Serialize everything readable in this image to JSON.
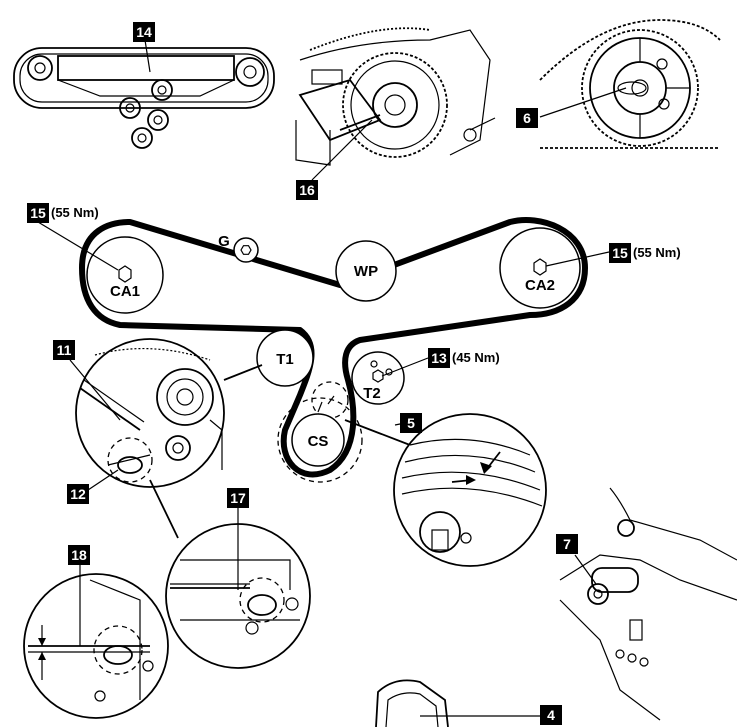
{
  "pulleys": {
    "ca1": "CA1",
    "wp": "WP",
    "ca2": "CA2",
    "t1": "T1",
    "t2": "T2",
    "cs": "CS",
    "g": "G"
  },
  "callouts": {
    "c14": "14",
    "c16": "16",
    "c6": "6",
    "c15a": "15",
    "c15a_torque": "(55 Nm)",
    "c15b": "15",
    "c15b_torque": "(55 Nm)",
    "c13": "13",
    "c13_torque": "(45 Nm)",
    "c11": "11",
    "c5": "5",
    "c12": "12",
    "c17": "17",
    "c18": "18",
    "c7": "7",
    "c4": "4"
  }
}
